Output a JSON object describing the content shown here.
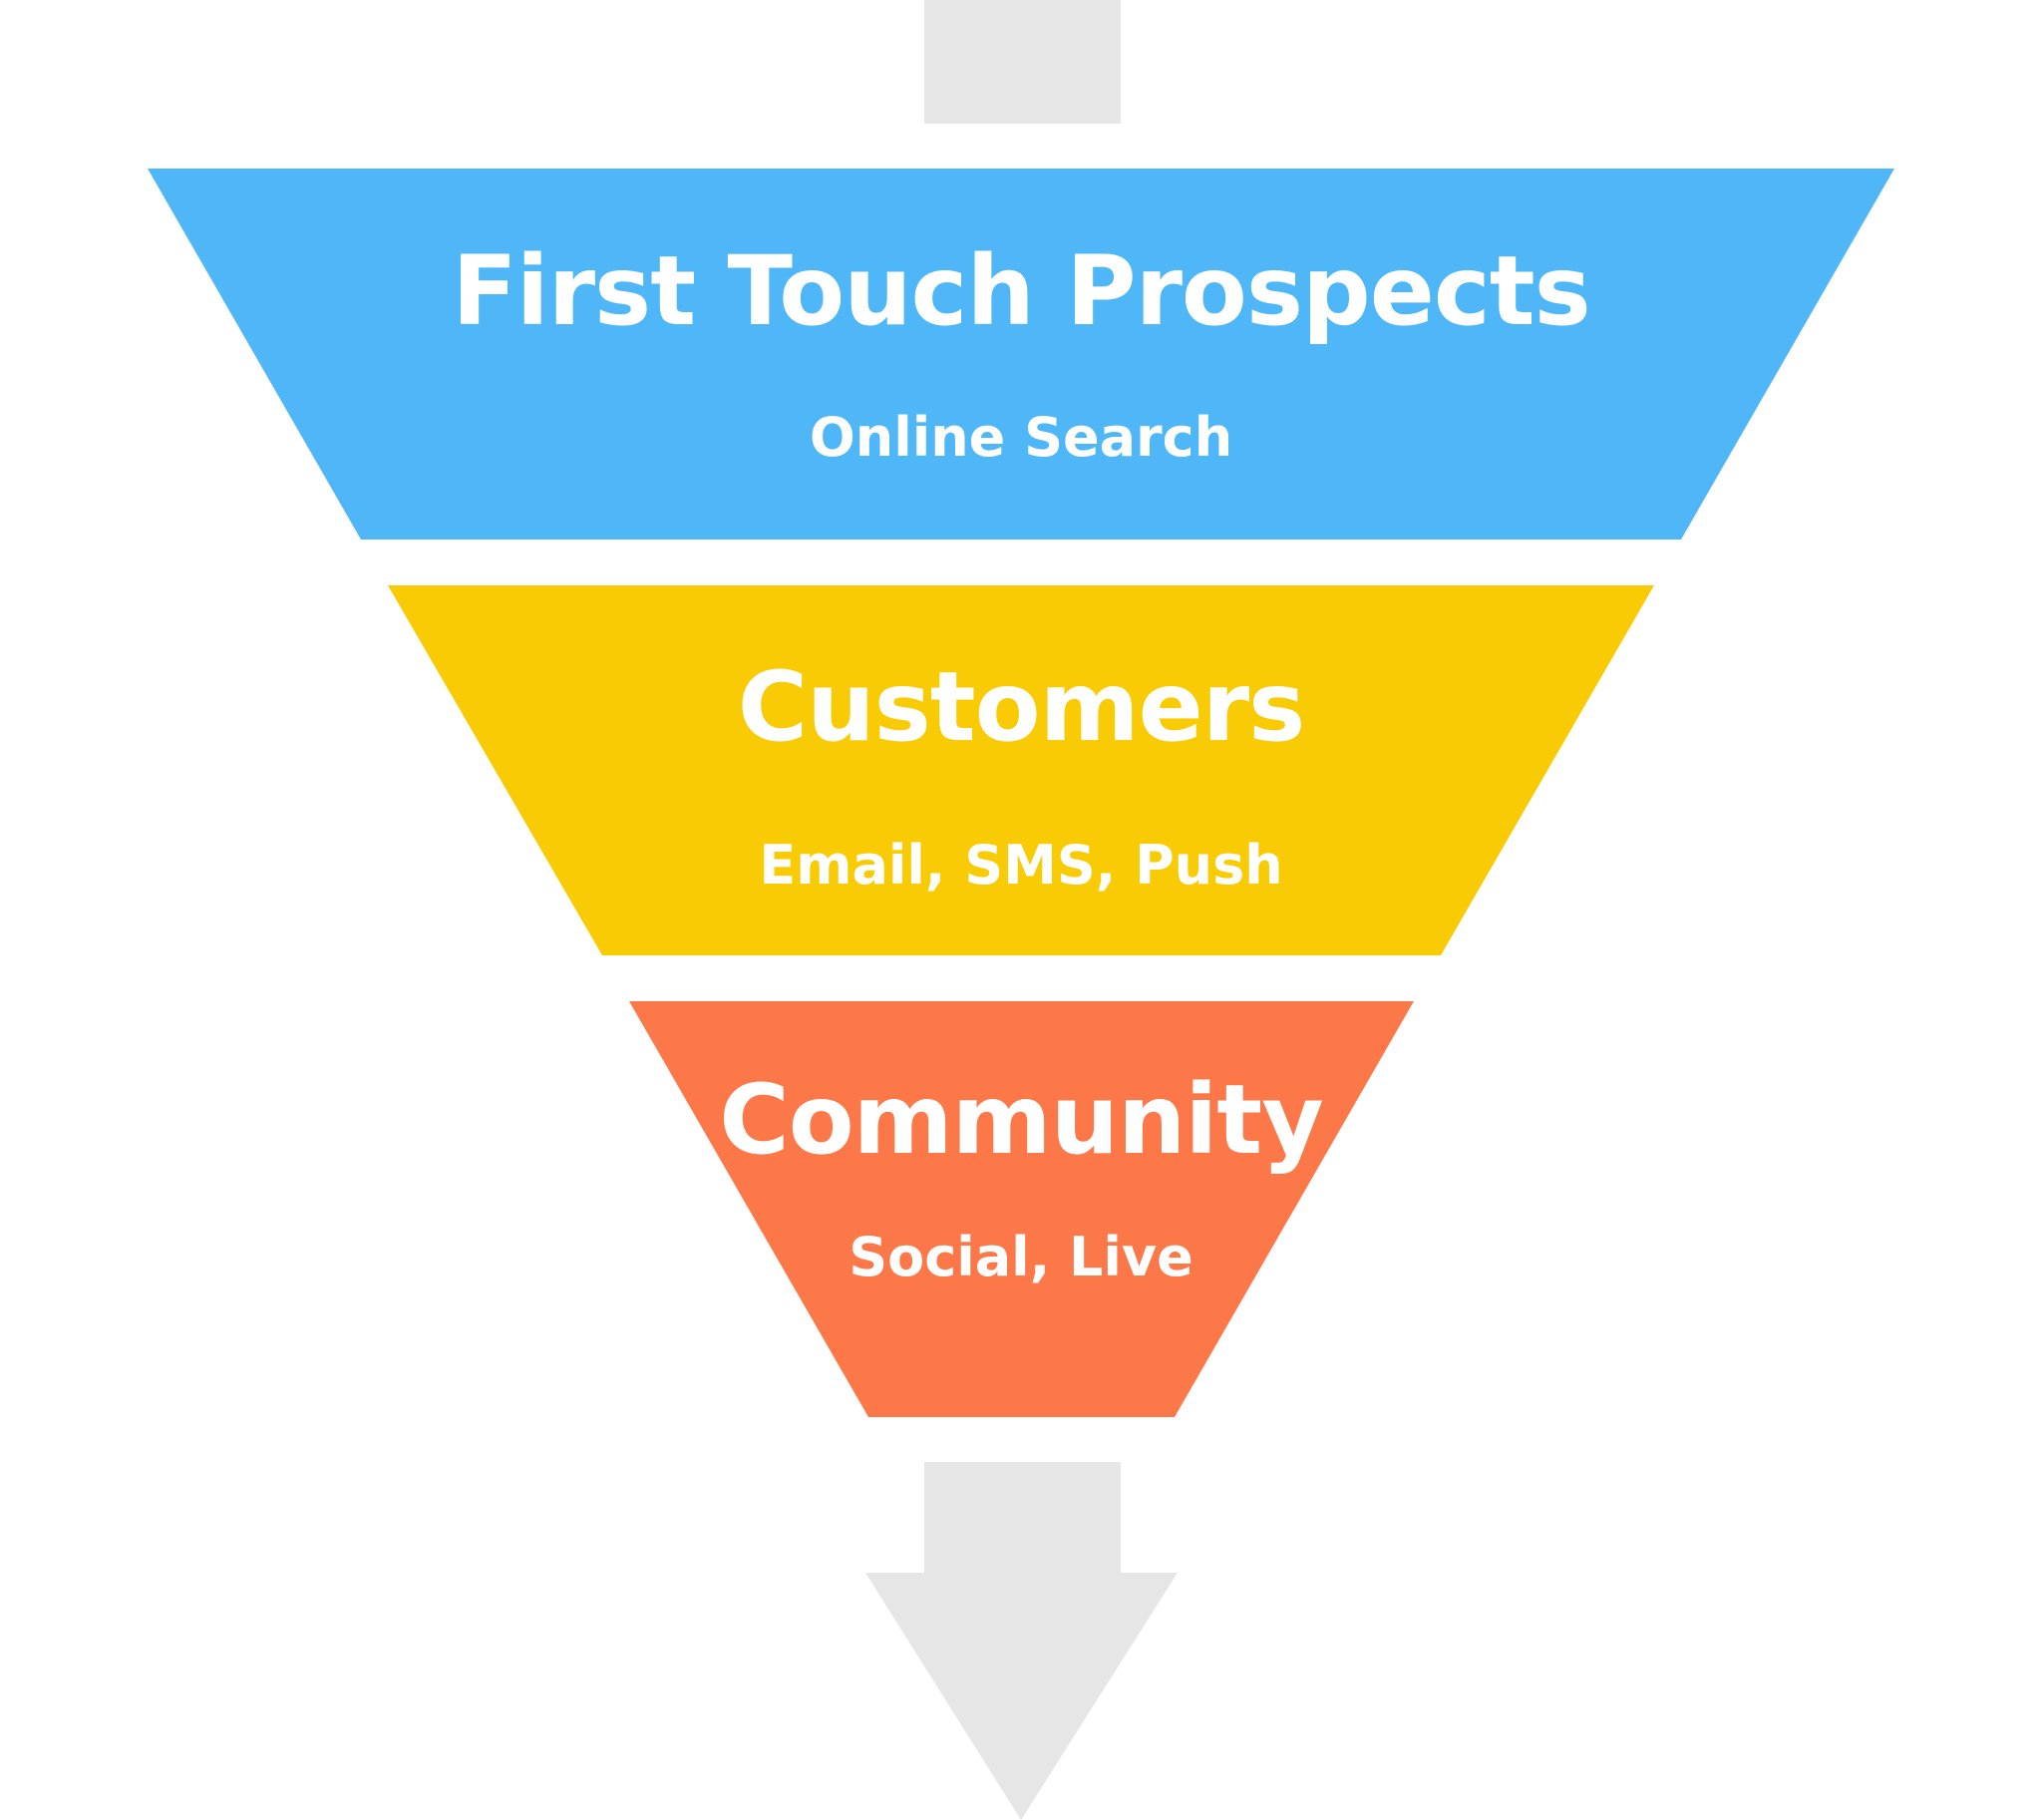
{
  "colors": {
    "background": "#ffffff",
    "arrow": "#e6e6e6",
    "tier_1": "#4fb7f7",
    "tier_2": "#f9cb05",
    "tier_3": "#fc7848",
    "text": "#ffffff"
  },
  "funnel": {
    "tiers": [
      {
        "title": "First Touch Prospects",
        "subtitle": "Online Search"
      },
      {
        "title": "Customers",
        "subtitle": "Email, SMS, Push"
      },
      {
        "title": "Community",
        "subtitle": "Social, Live"
      }
    ]
  }
}
